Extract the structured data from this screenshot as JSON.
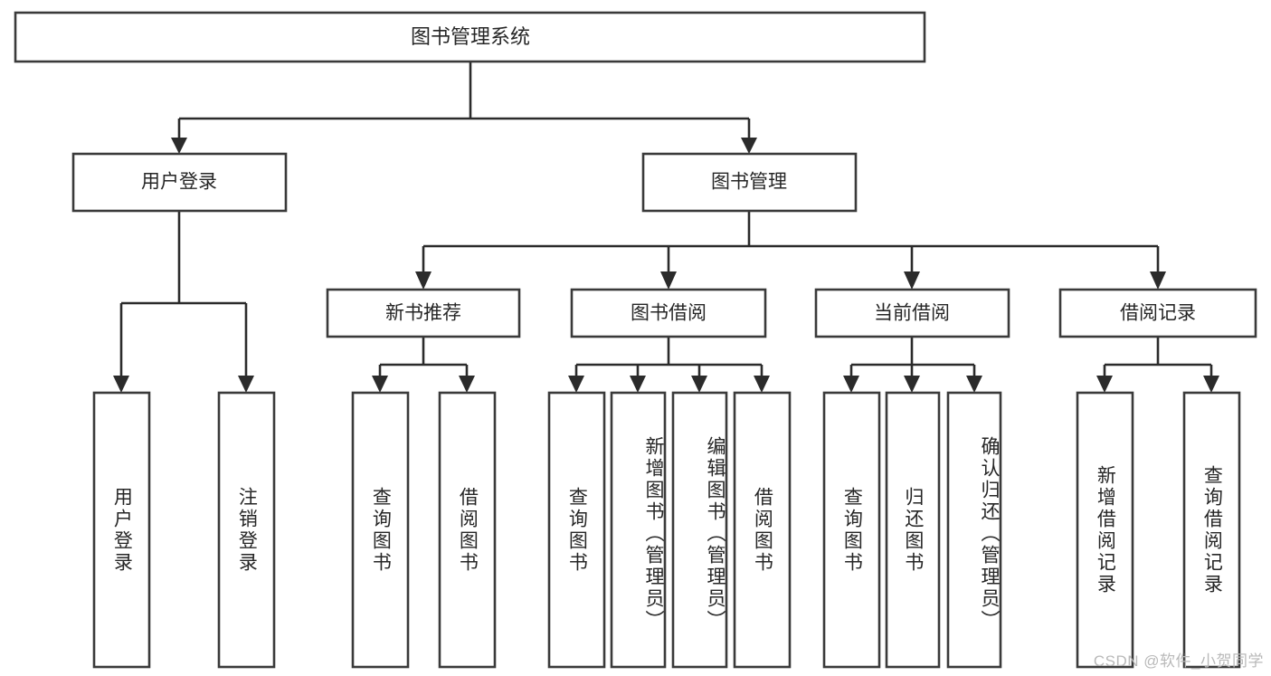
{
  "diagram": {
    "type": "tree-hierarchy",
    "title": "图书管理系统",
    "orientation": "top-down",
    "colors": {
      "box_stroke": "#3a3a3a",
      "connector": "#2b2b2b",
      "background": "#ffffff",
      "text": "#262626",
      "watermark": "#b9b9b9"
    },
    "root": {
      "label": "图书管理系统",
      "text_orientation": "horizontal"
    },
    "level2": [
      {
        "label": "用户登录",
        "text_orientation": "horizontal"
      },
      {
        "label": "图书管理",
        "text_orientation": "horizontal"
      }
    ],
    "level3": [
      {
        "label": "新书推荐",
        "text_orientation": "horizontal",
        "parent": "图书管理"
      },
      {
        "label": "图书借阅",
        "text_orientation": "horizontal",
        "parent": "图书管理"
      },
      {
        "label": "当前借阅",
        "text_orientation": "horizontal",
        "parent": "图书管理"
      },
      {
        "label": "借阅记录",
        "text_orientation": "horizontal",
        "parent": "图书管理"
      }
    ],
    "leaves": {
      "user_login": [
        {
          "label": "用户登录",
          "text_orientation": "vertical"
        },
        {
          "label": "注销登录",
          "text_orientation": "vertical"
        }
      ],
      "new_book_recommend": [
        {
          "label": "查询图书",
          "text_orientation": "vertical"
        },
        {
          "label": "借阅图书",
          "text_orientation": "vertical"
        }
      ],
      "book_borrow": [
        {
          "label": "查询图书",
          "text_orientation": "vertical"
        },
        {
          "label": "新增图书（管理员）",
          "text_orientation": "vertical"
        },
        {
          "label": "编辑图书（管理员）",
          "text_orientation": "vertical"
        },
        {
          "label": "借阅图书",
          "text_orientation": "vertical"
        }
      ],
      "current_borrow": [
        {
          "label": "查询图书",
          "text_orientation": "vertical"
        },
        {
          "label": "归还图书",
          "text_orientation": "vertical"
        },
        {
          "label": "确认归还（管理员）",
          "text_orientation": "vertical"
        }
      ],
      "borrow_records": [
        {
          "label": "新增借阅记录",
          "text_orientation": "vertical"
        },
        {
          "label": "查询借阅记录",
          "text_orientation": "vertical"
        }
      ]
    },
    "watermark": "CSDN @软件_小贺同学"
  }
}
